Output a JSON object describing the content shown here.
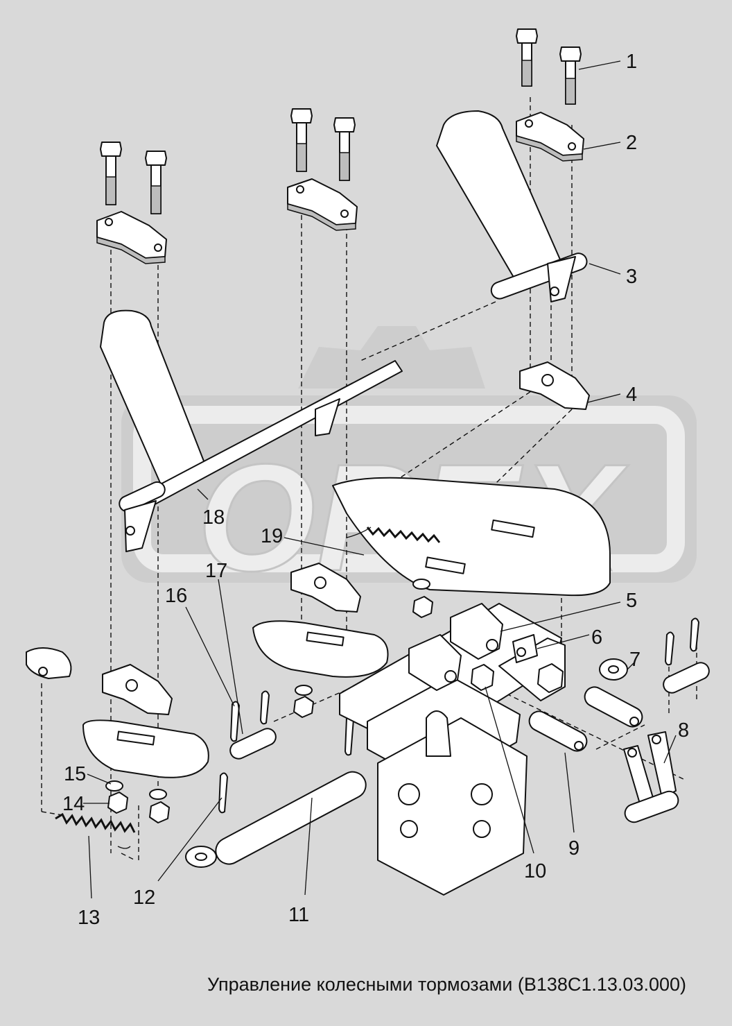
{
  "caption": "Управление колесными тормозами (В138С1.13.03.000)",
  "watermark": "ОРЕХ",
  "colors": {
    "background": "#d9d9d9",
    "line": "#111111",
    "part_fill": "#ffffff",
    "watermark": "#cdcdcd"
  },
  "callouts": [
    "1",
    "2",
    "3",
    "4",
    "5",
    "6",
    "7",
    "8",
    "9",
    "10",
    "11",
    "12",
    "13",
    "14",
    "15",
    "16",
    "17",
    "18",
    "19"
  ]
}
